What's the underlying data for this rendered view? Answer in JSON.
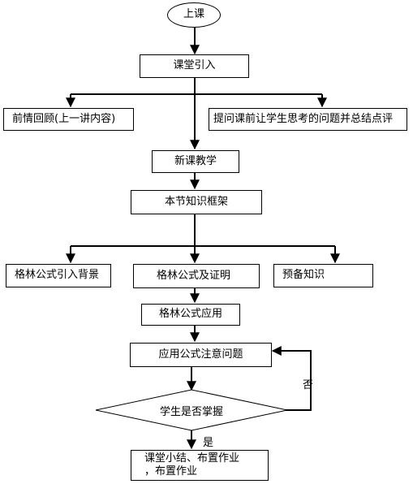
{
  "nodes": {
    "start": "上课",
    "intro": "课堂引入",
    "review": "前情回顾(上一讲内容)",
    "question": "提问课前让学生思考的问题并总结点评",
    "new_lesson": "新课教学",
    "framework": "本节知识框架",
    "background": "格林公式引入背景",
    "proof": "格林公式及证明",
    "prep": "预备知识",
    "application": "格林公式应用",
    "notes": "应用公式注意问题",
    "decision": "学生是否掌握",
    "summary_line1": "课堂小结、布置作业",
    "summary_line2": "，布置作业"
  },
  "edge_labels": {
    "no": "否",
    "yes": "是"
  }
}
